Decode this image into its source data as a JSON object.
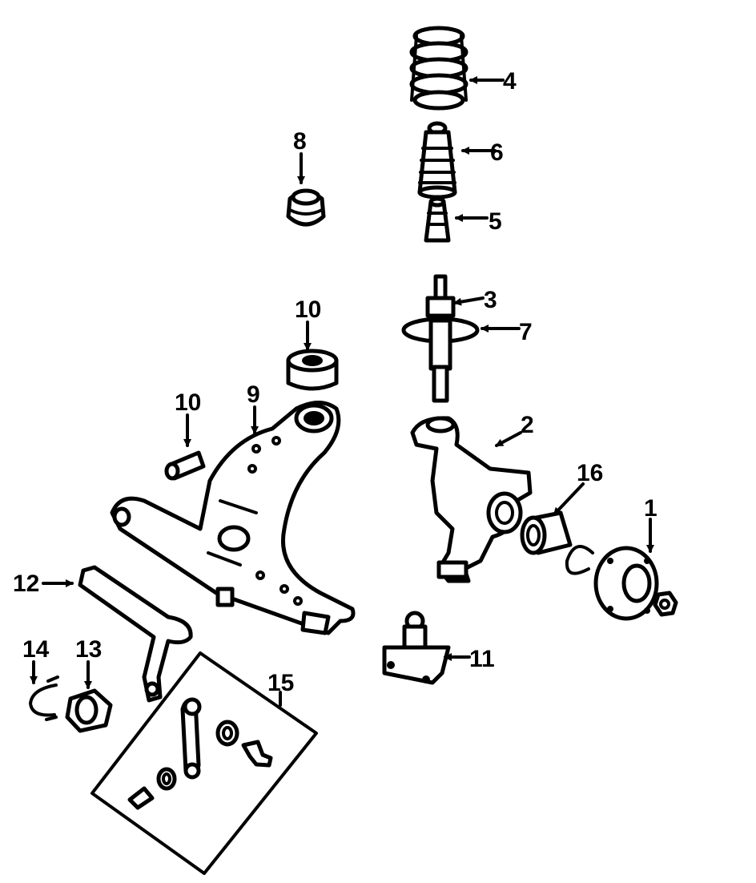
{
  "diagram": {
    "callouts": [
      {
        "id": "1",
        "label": "1"
      },
      {
        "id": "2",
        "label": "2"
      },
      {
        "id": "3",
        "label": "3"
      },
      {
        "id": "4",
        "label": "4"
      },
      {
        "id": "5",
        "label": "5"
      },
      {
        "id": "6",
        "label": "6"
      },
      {
        "id": "7",
        "label": "7"
      },
      {
        "id": "8",
        "label": "8"
      },
      {
        "id": "9",
        "label": "9"
      },
      {
        "id": "10a",
        "label": "10"
      },
      {
        "id": "10b",
        "label": "10"
      },
      {
        "id": "11",
        "label": "11"
      },
      {
        "id": "12",
        "label": "12"
      },
      {
        "id": "13",
        "label": "13"
      },
      {
        "id": "14",
        "label": "14"
      },
      {
        "id": "15",
        "label": "15"
      },
      {
        "id": "16",
        "label": "16"
      }
    ],
    "colors": {
      "ink": "#000000",
      "paper": "#ffffff"
    }
  }
}
